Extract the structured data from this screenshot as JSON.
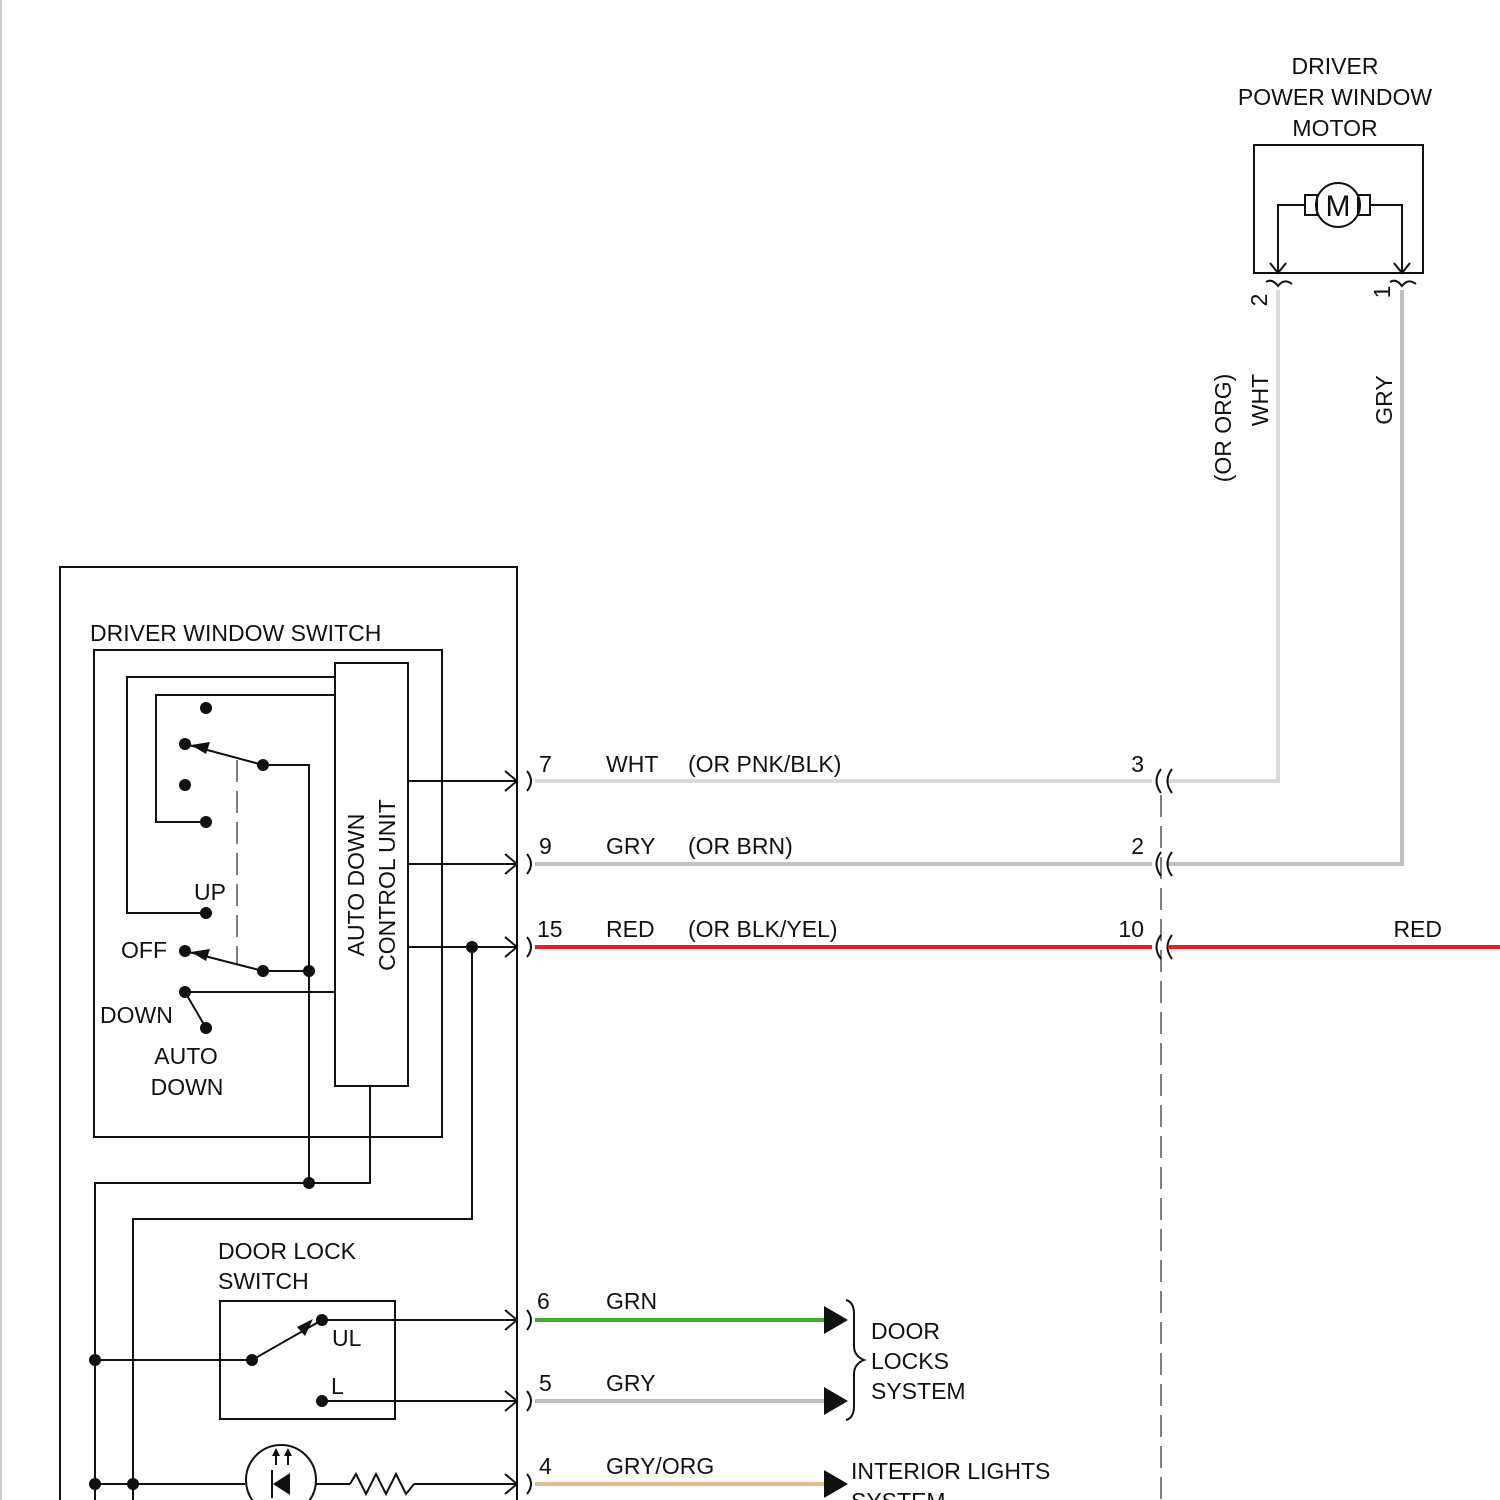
{
  "colors": {
    "WHT": "#d9d9d9",
    "GRY": "#c0c0c0",
    "RED": "#e0202a",
    "GRN": "#3fae2a",
    "GRY_ORG": "#e2bc8f",
    "line": "#111111"
  },
  "motor": {
    "title_lines": [
      "DRIVER",
      "POWER WINDOW",
      "MOTOR"
    ],
    "symbol": "M",
    "pin_left": "2",
    "pin_right": "1",
    "wire_left_color": "WHT",
    "wire_left_alt": "(OR ORG)",
    "wire_right_color": "GRY"
  },
  "switch_module": {
    "title": "DRIVER WINDOW SWITCH",
    "control_unit_lines": [
      "AUTO DOWN",
      "CONTROL UNIT"
    ],
    "positions": {
      "up": "UP",
      "off": "OFF",
      "down": "DOWN",
      "auto_down_lines": [
        "AUTO",
        "DOWN"
      ]
    }
  },
  "door_lock_switch": {
    "title_lines": [
      "DOOR LOCK",
      "SWITCH"
    ],
    "ul": "UL",
    "l": "L"
  },
  "wires": [
    {
      "pin": "7",
      "color": "WHT",
      "alt": "(OR PNK/BLK)",
      "far_pin": "3"
    },
    {
      "pin": "9",
      "color": "GRY",
      "alt": "(OR BRN)",
      "far_pin": "2"
    },
    {
      "pin": "15",
      "color": "RED",
      "alt": "(OR BLK/YEL)",
      "far_pin": "10",
      "far_color": "RED"
    },
    {
      "pin": "6",
      "color": "GRN"
    },
    {
      "pin": "5",
      "color": "GRY"
    },
    {
      "pin": "4",
      "color": "GRY/ORG"
    }
  ],
  "destinations": {
    "door_locks_lines": [
      "DOOR",
      "LOCKS",
      "SYSTEM"
    ],
    "interior_lights_lines": [
      "INTERIOR LIGHTS",
      "SYSTEM"
    ]
  }
}
